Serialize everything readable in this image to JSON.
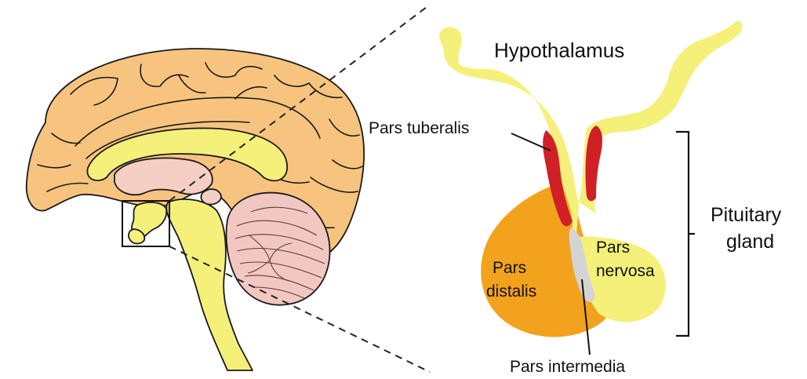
{
  "colors": {
    "cerebrum": "#F7C47F",
    "yellow_tissue": "#F4F07A",
    "thalamus_pink": "#F5CFC4",
    "cerebellum_pink": "#F3C7C1",
    "pars_distalis_orange": "#F2A21C",
    "pars_tuberalis_red": "#D11F26",
    "pars_intermedia_grey": "#D4D4D4",
    "outline": "#1a1a1a"
  },
  "labels": {
    "hypothalamus": "Hypothalamus",
    "pars_tuberalis": "Pars tuberalis",
    "pituitary_line1": "Pituitary",
    "pituitary_line2": "gland",
    "pars_distalis_line1": "Pars",
    "pars_distalis_line2": "distalis",
    "pars_nervosa_line1": "Pars",
    "pars_nervosa_line2": "nervosa",
    "pars_intermedia": "Pars intermedia"
  }
}
